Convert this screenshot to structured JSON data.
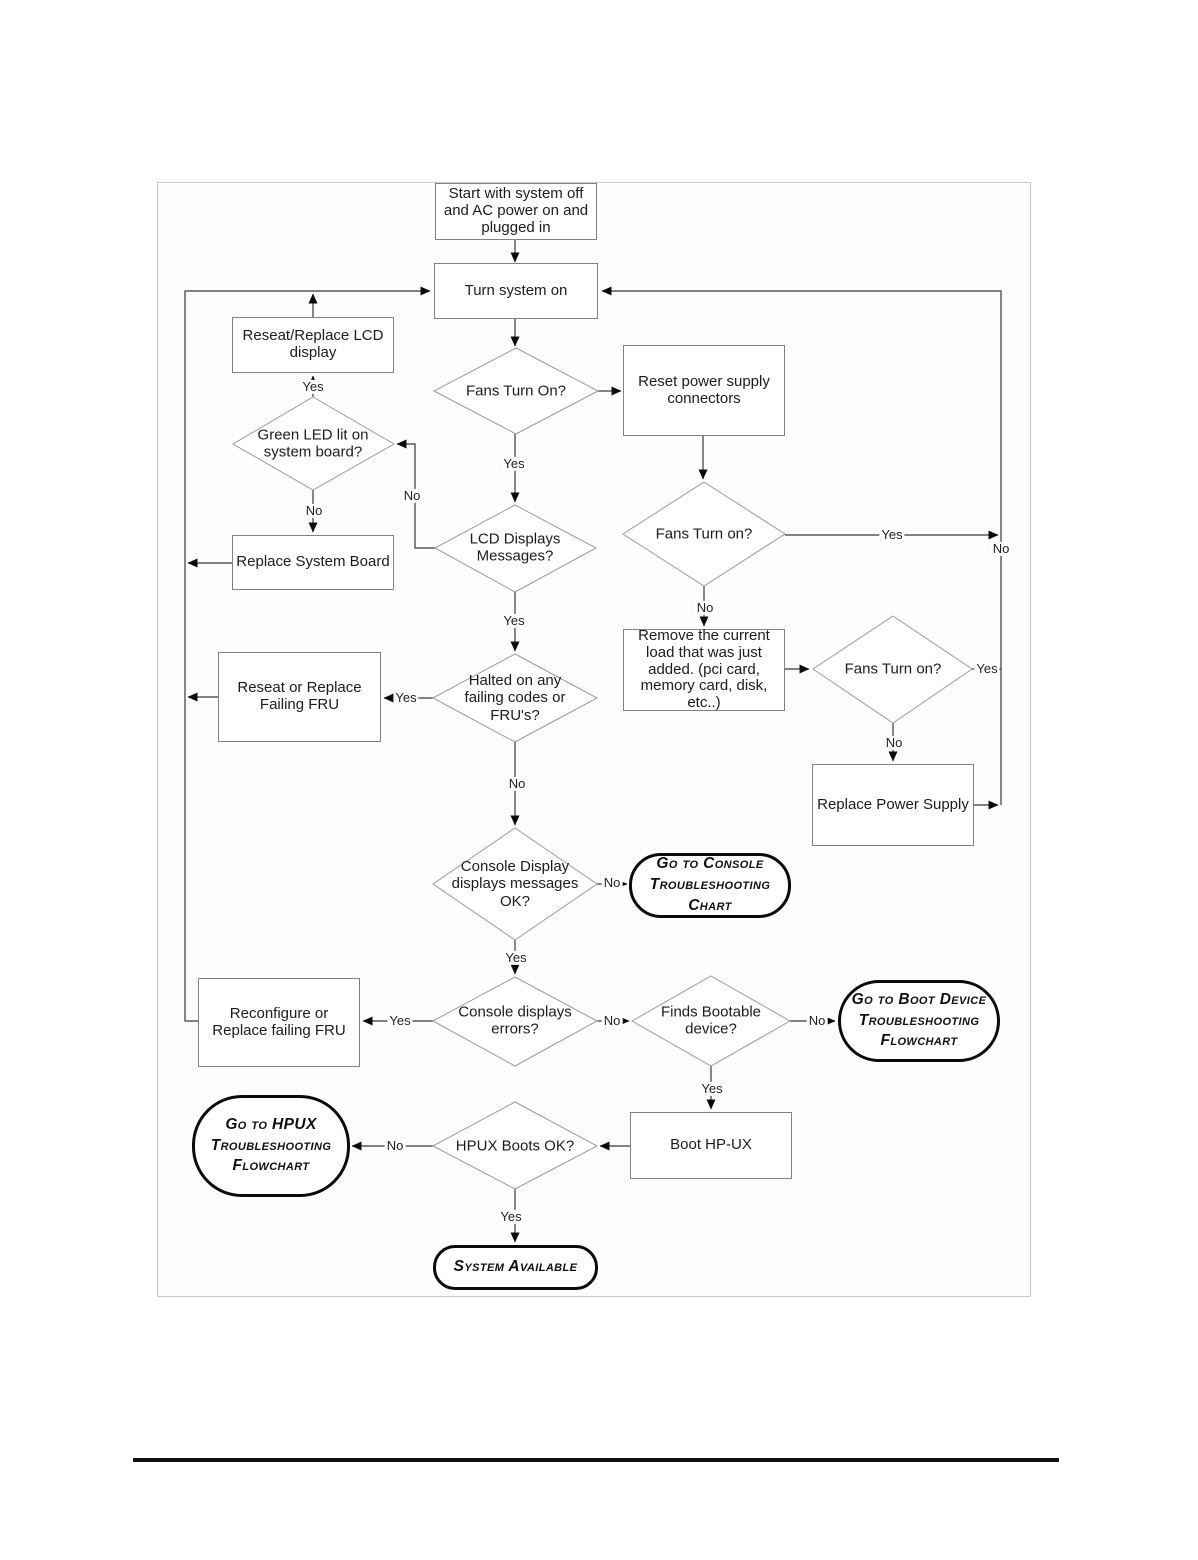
{
  "page": {
    "background": "#ffffff",
    "line_color": "#383838",
    "arrow_color": "#0c0c0c",
    "process_border_color": "#828282",
    "decision_border_color": "#9b9b9b",
    "terminator_border_color": "#0b0b0b",
    "frame_border_color": "#c9c9c9"
  },
  "labels": {
    "yes": "Yes",
    "no": "No"
  },
  "nodes": {
    "start": {
      "type": "process",
      "label": "Start with system off and AC power on and plugged in"
    },
    "turn_on": {
      "type": "process",
      "label": "Turn system on"
    },
    "fans1": {
      "type": "decision",
      "label": "Fans Turn On?"
    },
    "reset_psu": {
      "type": "process",
      "label": "Reset power supply connectors"
    },
    "reseat_lcd": {
      "type": "process",
      "label": "Reseat/Replace LCD display"
    },
    "green_led": {
      "type": "decision",
      "label": "Green LED lit on system board?"
    },
    "replace_board": {
      "type": "process",
      "label": "Replace System Board"
    },
    "lcd_msgs": {
      "type": "decision",
      "label": "LCD Displays Messages?"
    },
    "fans2": {
      "type": "decision",
      "label": "Fans Turn on?"
    },
    "remove_load": {
      "type": "process",
      "label": "Remove the current load that was just added. (pci card, memory card, disk, etc..)"
    },
    "fans3": {
      "type": "decision",
      "label": "Fans Turn on?"
    },
    "replace_psu": {
      "type": "process",
      "label": "Replace Power Supply"
    },
    "halted": {
      "type": "decision",
      "label": "Halted on any failing codes or FRU's?"
    },
    "reseat_fru": {
      "type": "process",
      "label": "Reseat or Replace Failing FRU"
    },
    "console_display": {
      "type": "decision",
      "label": "Console Display displays messages OK?"
    },
    "goto_console": {
      "type": "terminator",
      "label": "Go to Console Troubleshooting Chart"
    },
    "console_errors": {
      "type": "decision",
      "label": "Console displays errors?"
    },
    "reconfigure_fru": {
      "type": "process",
      "label": "Reconfigure or Replace failing FRU"
    },
    "finds_bootable": {
      "type": "decision",
      "label": "Finds Bootable device?"
    },
    "goto_boot_device": {
      "type": "terminator",
      "label": "Go to Boot Device Troubleshooting Flowchart"
    },
    "goto_hpux": {
      "type": "terminator",
      "label": "Go to HPUX Troubleshooting Flowchart"
    },
    "hpux_boots": {
      "type": "decision",
      "label": "HPUX Boots OK?"
    },
    "boot_hpux": {
      "type": "process",
      "label": "Boot HP-UX"
    },
    "system_available": {
      "type": "terminator",
      "label": "System Available"
    }
  },
  "edges": [
    {
      "from": "start",
      "to": "turn_on"
    },
    {
      "from": "turn_on",
      "to": "fans1"
    },
    {
      "from": "fans1",
      "to": "reset_psu"
    },
    {
      "from": "fans1",
      "to": "lcd_msgs",
      "label": "Yes"
    },
    {
      "from": "reset_psu",
      "to": "fans2"
    },
    {
      "from": "fans2",
      "to": "turn_on",
      "label": "Yes"
    },
    {
      "from": "fans2",
      "to": "remove_load",
      "label": "No"
    },
    {
      "from": "remove_load",
      "to": "fans3"
    },
    {
      "from": "fans3",
      "to": "turn_on",
      "label": "Yes"
    },
    {
      "from": "fans3",
      "to": "replace_psu",
      "label": "No"
    },
    {
      "from": "replace_psu",
      "to": "turn_on"
    },
    {
      "from": "lcd_msgs",
      "to": "green_led",
      "label": "No"
    },
    {
      "from": "lcd_msgs",
      "to": "halted",
      "label": "Yes"
    },
    {
      "from": "green_led",
      "to": "reseat_lcd",
      "label": "Yes"
    },
    {
      "from": "green_led",
      "to": "replace_board",
      "label": "No"
    },
    {
      "from": "reseat_lcd",
      "to": "turn_on"
    },
    {
      "from": "replace_board",
      "to": "turn_on"
    },
    {
      "from": "halted",
      "to": "reseat_fru",
      "label": "Yes"
    },
    {
      "from": "halted",
      "to": "console_display",
      "label": "No"
    },
    {
      "from": "reseat_fru",
      "to": "turn_on"
    },
    {
      "from": "console_display",
      "to": "goto_console",
      "label": "No"
    },
    {
      "from": "console_display",
      "to": "console_errors",
      "label": "Yes"
    },
    {
      "from": "console_errors",
      "to": "reconfigure_fru",
      "label": "Yes"
    },
    {
      "from": "console_errors",
      "to": "finds_bootable",
      "label": "No"
    },
    {
      "from": "reconfigure_fru",
      "to": "turn_on"
    },
    {
      "from": "finds_bootable",
      "to": "goto_boot_device",
      "label": "No"
    },
    {
      "from": "finds_bootable",
      "to": "boot_hpux",
      "label": "Yes"
    },
    {
      "from": "boot_hpux",
      "to": "hpux_boots"
    },
    {
      "from": "hpux_boots",
      "to": "goto_hpux",
      "label": "No"
    },
    {
      "from": "hpux_boots",
      "to": "system_available",
      "label": "Yes"
    }
  ]
}
